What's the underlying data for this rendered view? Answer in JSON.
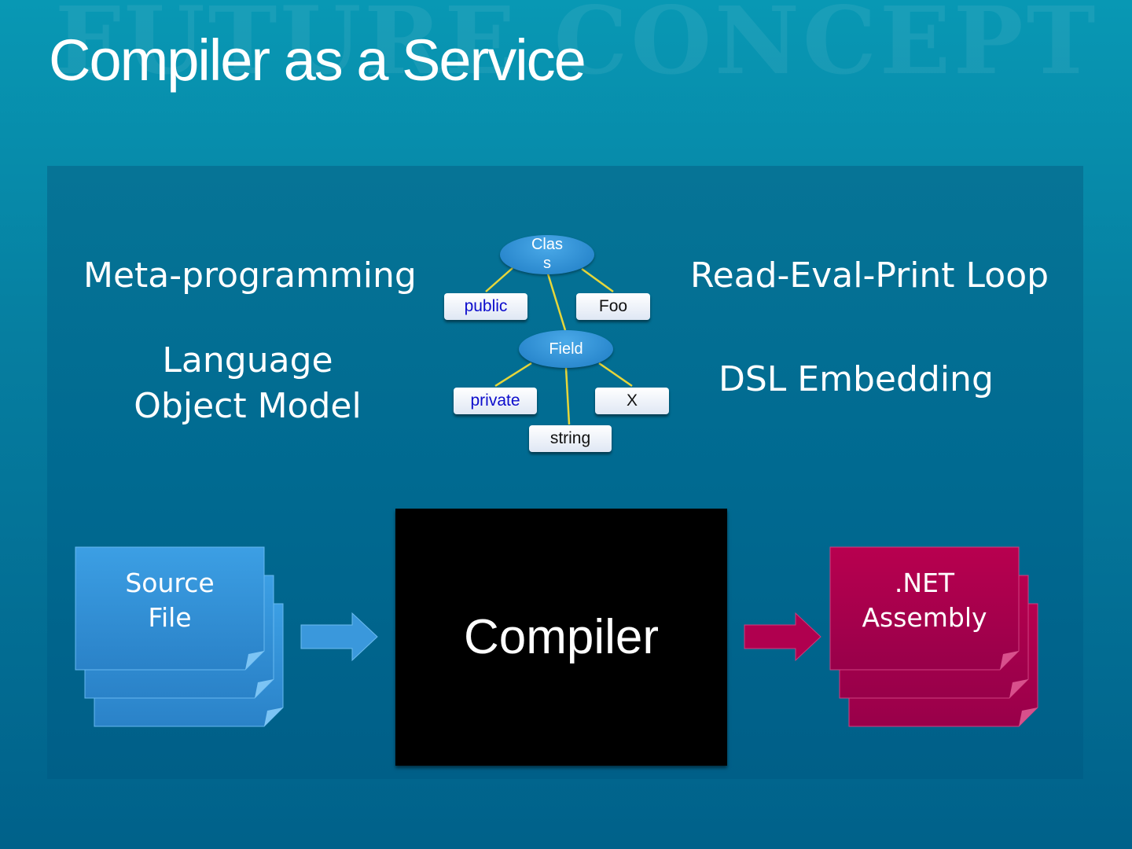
{
  "slide": {
    "watermark": "FUTURE CONCEPT",
    "title": "Compiler as a Service"
  },
  "features": {
    "meta_programming": "Meta-programming",
    "language_line1": "Language",
    "language_line2": "Object Model",
    "repl": "Read-Eval-Print Loop",
    "dsl": "DSL Embedding"
  },
  "syntax_tree": {
    "class_node_line1": "Clas",
    "class_node_line2": "s",
    "public": "public",
    "foo": "Foo",
    "field": "Field",
    "private": "private",
    "x": "X",
    "string": "string"
  },
  "pipeline": {
    "source_line1": "Source",
    "source_line2": "File",
    "compiler": "Compiler",
    "assembly_line1": ".NET",
    "assembly_line2": "Assembly"
  },
  "colors": {
    "source_blue": "#3a9be0",
    "assembly_magenta": "#b0004f",
    "tree_line": "#e6d63a",
    "keyword_blue": "#0c0ccc"
  }
}
